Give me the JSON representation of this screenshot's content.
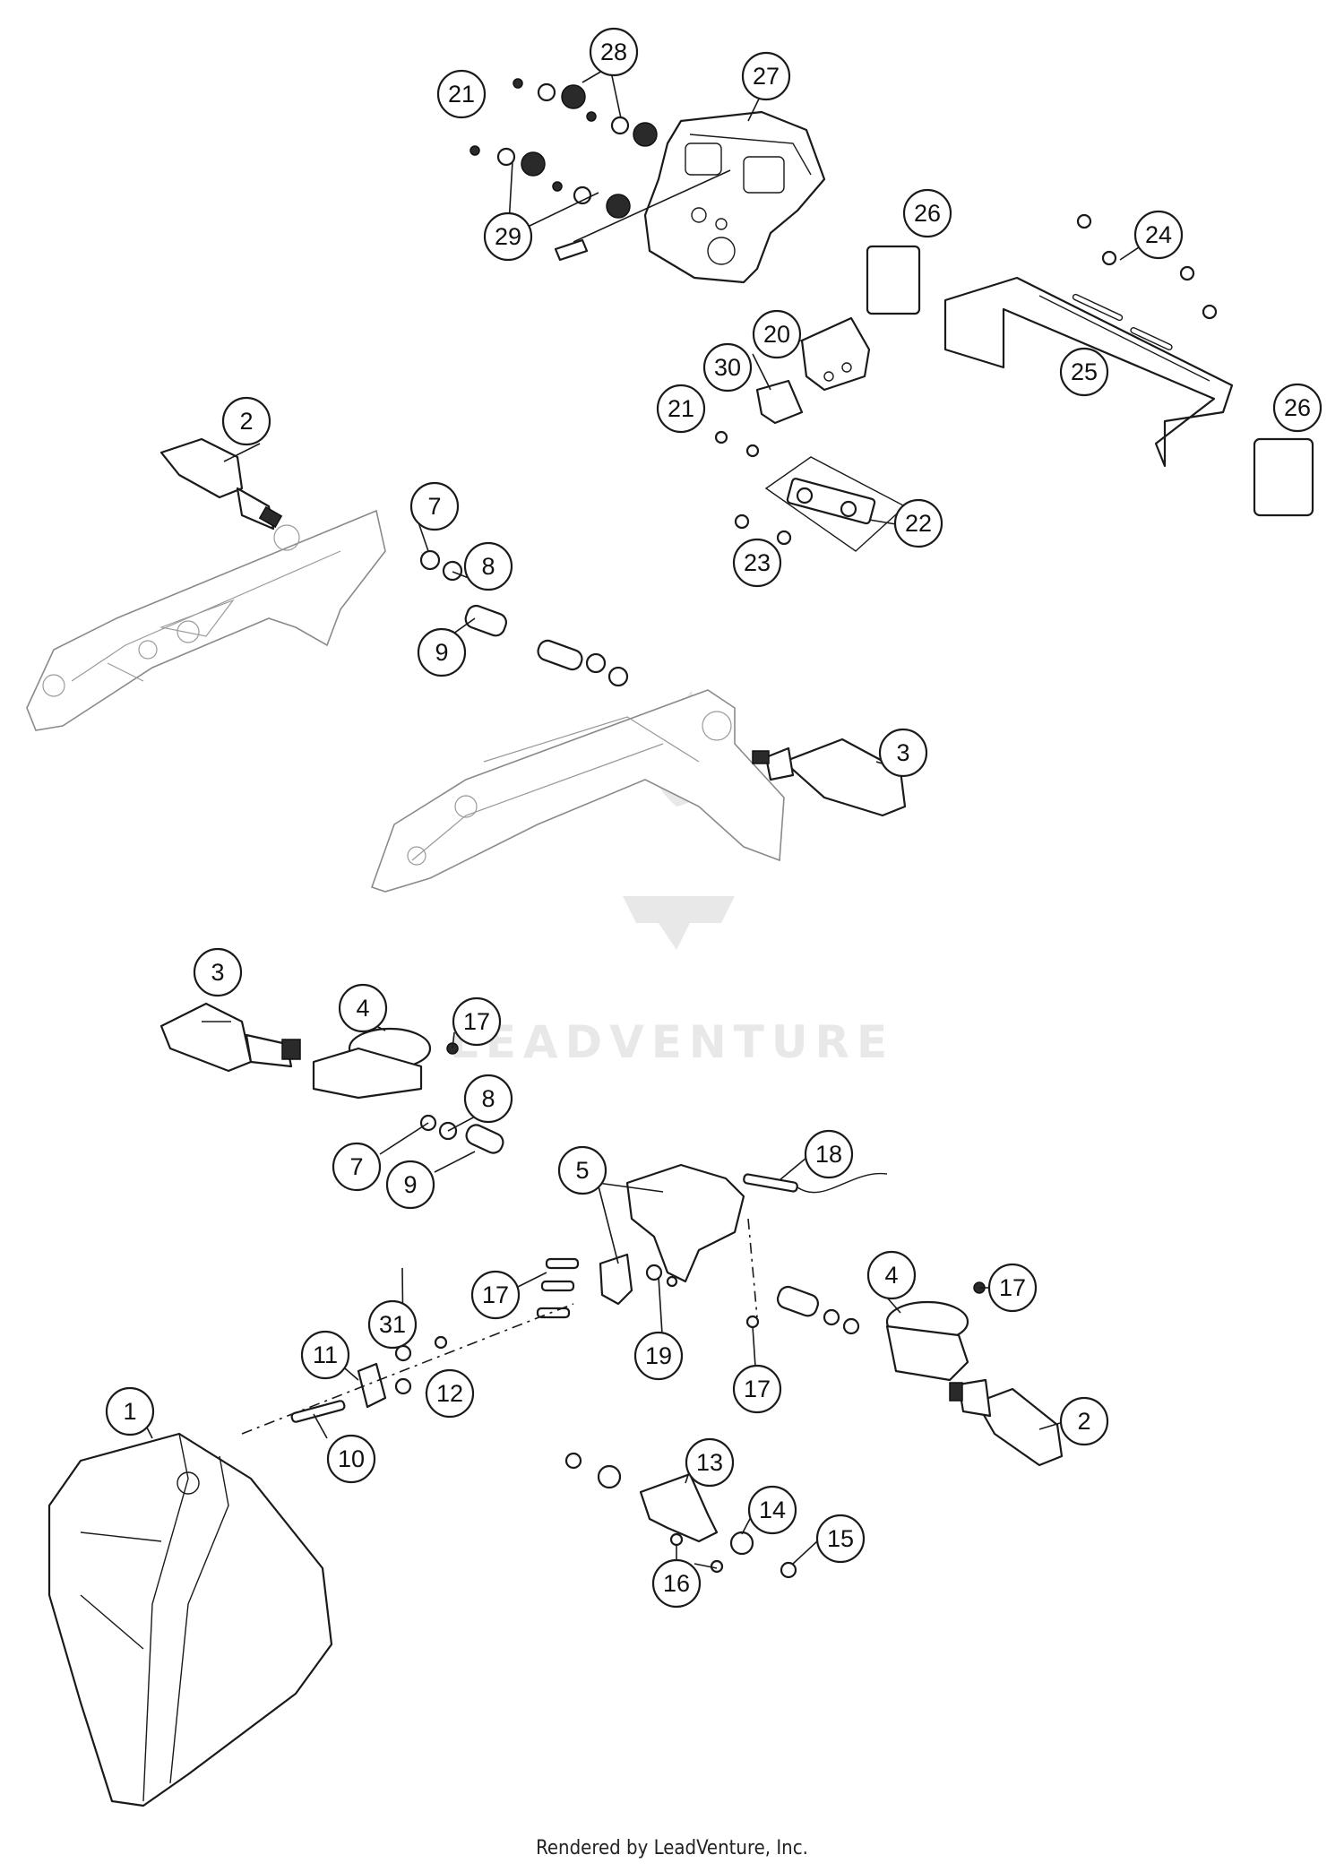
{
  "watermark": {
    "brand": "LEADVENTURE"
  },
  "footer": {
    "credit": "Rendered by LeadVenture, Inc."
  },
  "callouts": {
    "c1": "1",
    "c2a": "2",
    "c2b": "2",
    "c3a": "3",
    "c3b": "3",
    "c4a": "4",
    "c4b": "4",
    "c5": "5",
    "c7a": "7",
    "c7b": "7",
    "c8a": "8",
    "c8b": "8",
    "c9a": "9",
    "c9b": "9",
    "c10": "10",
    "c11": "11",
    "c12": "12",
    "c13": "13",
    "c14": "14",
    "c15": "15",
    "c16": "16",
    "c17a": "17",
    "c17b": "17",
    "c17c": "17",
    "c17d": "17",
    "c18": "18",
    "c19": "19",
    "c20": "20",
    "c21a": "21",
    "c21b": "21",
    "c22": "22",
    "c23": "23",
    "c24": "24",
    "c25": "25",
    "c26a": "26",
    "c26b": "26",
    "c27": "27",
    "c28": "28",
    "c29": "29",
    "c30": "30",
    "c31": "31"
  }
}
